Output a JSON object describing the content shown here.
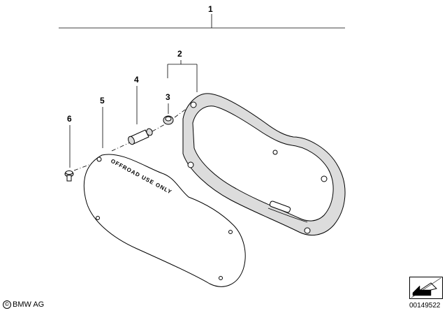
{
  "callouts": {
    "c1": "1",
    "c2": "2",
    "c3": "3",
    "c4": "4",
    "c5": "5",
    "c6": "6"
  },
  "cover_text": "OFFROAD USE ONLY",
  "footer": {
    "copyright_symbol": "©",
    "copyright_text": "BMW AG",
    "reference_number": "00149522"
  },
  "icons": {
    "navigation": "arrow-icon"
  }
}
